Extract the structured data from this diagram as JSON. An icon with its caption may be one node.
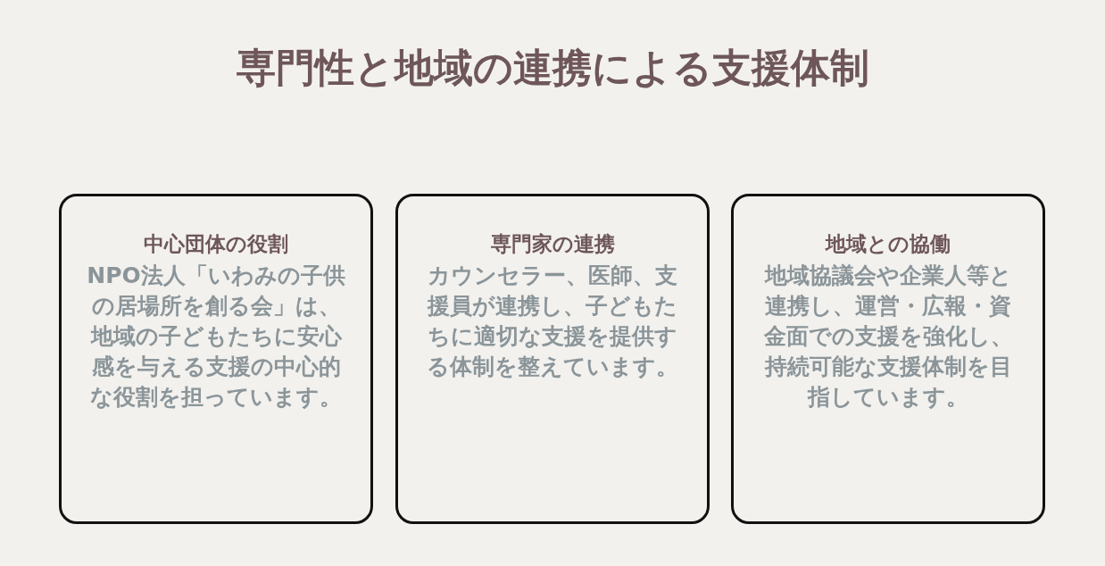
{
  "diagram": {
    "title": "専門性と地域の連携による支援体制",
    "nodes": [
      {
        "text": [
          "中心団体の役割",
          "NPO法人「いわみの子供の居場所を創る会」は、地域の子どもたちに安心感を与える支援の中心的な役割を担っています。"
        ]
      },
      {
        "text": [
          "専門家の連携",
          "カウンセラー、医師、支援員が連携し、子どもたちに適切な支援を提供する体制を整えています。"
        ]
      },
      {
        "text": [
          "地域との協働",
          "地域協議会や企業人等と連携し、運営・広報・資金面での支援を強化し、持続可能な支援体制を目指しています。"
        ]
      }
    ]
  }
}
